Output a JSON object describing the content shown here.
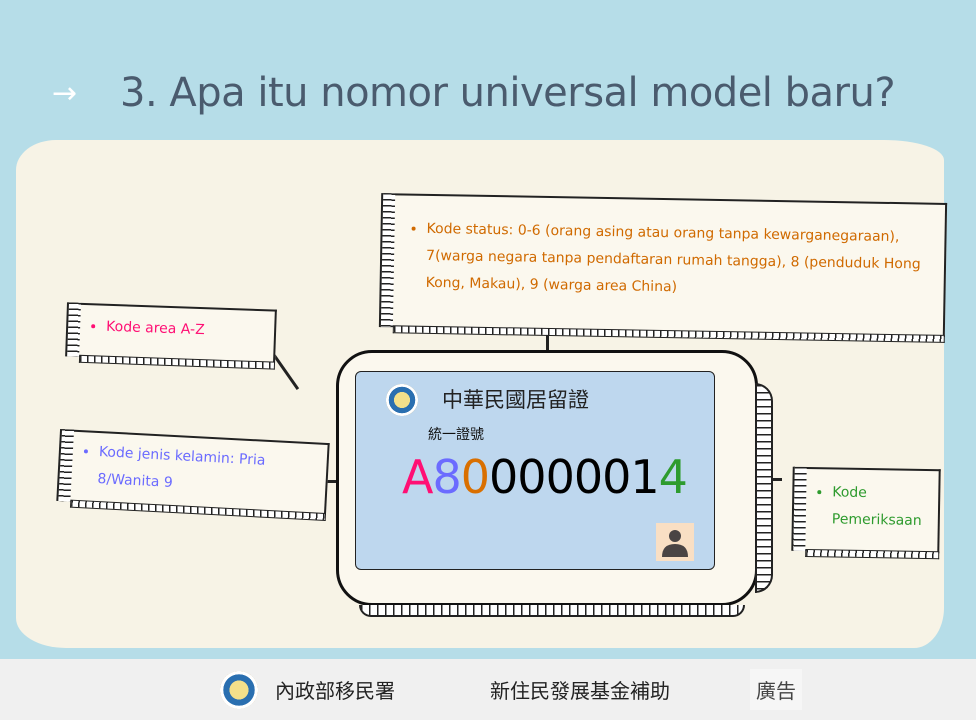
{
  "slide": {
    "arrow": "→",
    "title": "3. Apa itu nomor universal model baru?"
  },
  "callouts": {
    "area": "Kode area A-Z",
    "gender": "Kode jenis kelamin: Pria 8/Wanita 9",
    "status": "Kode status: 0-6 (orang asing atau orang tanpa kewarganegaraan), 7(warga negara tanpa pendaftaran rumah tangga), 8 (penduduk Hong Kong, Makau), 9 (warga area China)",
    "check": "Kode Pemeriksaan"
  },
  "card": {
    "title": "中華民國居留證",
    "subtitle": "統一證號",
    "number": {
      "area": "A",
      "gender": "8",
      "status": "0",
      "serial": "000001",
      "check": "4"
    }
  },
  "colors": {
    "area": "#ff0f74",
    "gender": "#6b6bff",
    "status": "#d96f00",
    "check": "#2e9b2e"
  },
  "footer": {
    "agency": "內政部移民署",
    "fund": "新住民發展基金補助",
    "ad": "廣告"
  }
}
